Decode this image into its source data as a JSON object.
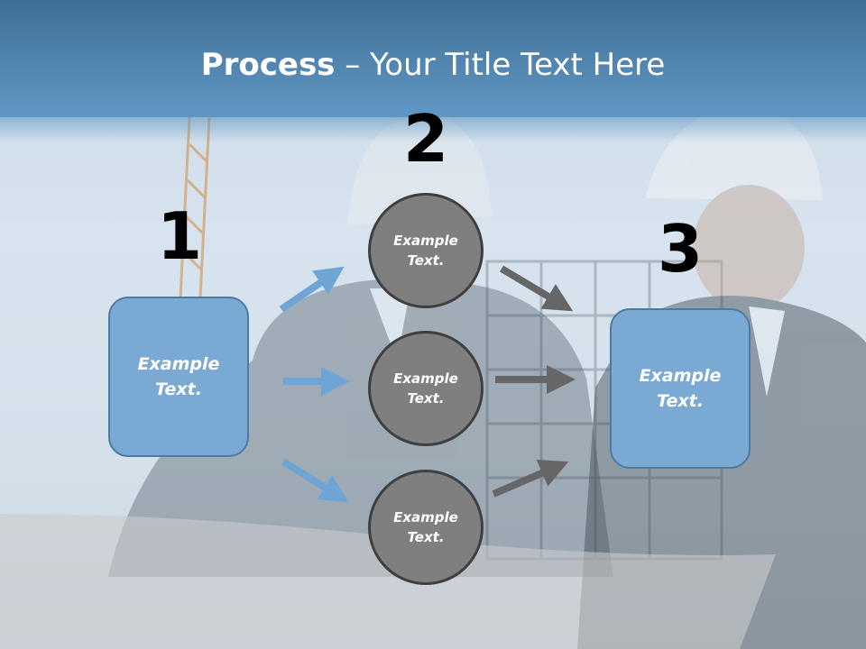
{
  "title": {
    "bold": "Process",
    "rest": " – Your Title Text Here"
  },
  "steps": [
    {
      "number": "1",
      "text": "Example\nText."
    },
    {
      "number": "2",
      "items": [
        "Example\nText.",
        "Example\nText.",
        "Example\nText."
      ]
    },
    {
      "number": "3",
      "text": "Example\nText."
    }
  ],
  "colors": {
    "box_fill": "#7aaad3",
    "circle_fill": "#7f7f7f",
    "arrow_blue": "#6fa5d4",
    "arrow_gray": "#666666",
    "header": "#4f82ab"
  }
}
